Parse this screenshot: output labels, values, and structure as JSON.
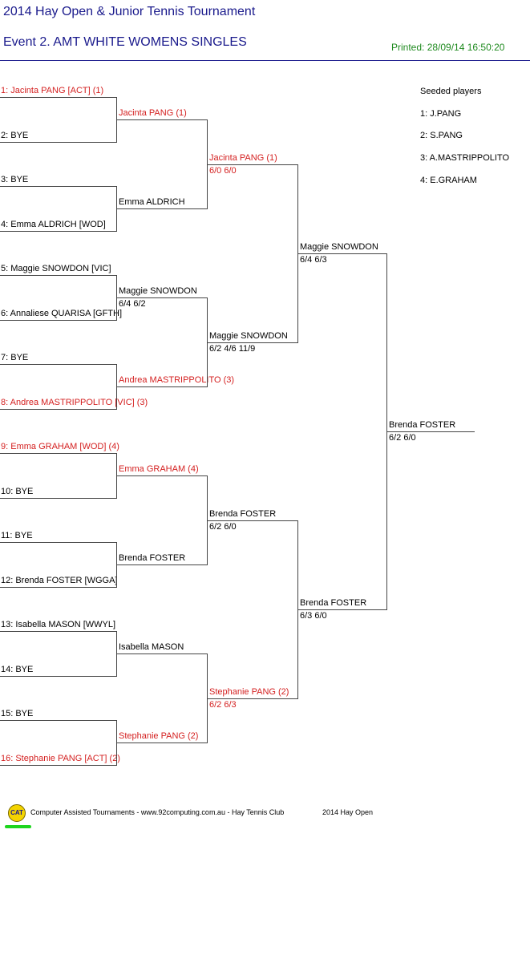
{
  "header": {
    "title": "2014 Hay Open & Junior Tennis Tournament",
    "event": "Event 2. AMT WHITE WOMENS SINGLES",
    "printed": "Printed: 28/09/14 16:50:20"
  },
  "colors": {
    "title": "#1a1a8c",
    "seeded_red": "#d42020",
    "printed_green": "#1f8a1f"
  },
  "round1": [
    {
      "text": "1: Jacinta PANG [ACT] (1)",
      "red": true
    },
    {
      "text": "2: BYE",
      "red": false
    },
    {
      "text": "3: BYE",
      "red": false
    },
    {
      "text": "4: Emma ALDRICH [WOD]",
      "red": false
    },
    {
      "text": "5: Maggie SNOWDON [VIC]",
      "red": false
    },
    {
      "text": "6: Annaliese QUARISA [GFTH]",
      "red": false
    },
    {
      "text": "7: BYE",
      "red": false
    },
    {
      "text": "8: Andrea MASTRIPPOLITO [VIC] (3)",
      "red": true
    },
    {
      "text": "9: Emma GRAHAM [WOD] (4)",
      "red": true
    },
    {
      "text": "10: BYE",
      "red": false
    },
    {
      "text": "11: BYE",
      "red": false
    },
    {
      "text": "12: Brenda FOSTER [WGGA]",
      "red": false
    },
    {
      "text": "13: Isabella MASON [WWYL]",
      "red": false
    },
    {
      "text": "14: BYE",
      "red": false
    },
    {
      "text": "15: BYE",
      "red": false
    },
    {
      "text": "16: Stephanie PANG [ACT] (2)",
      "red": true
    }
  ],
  "round2": [
    {
      "name": "Jacinta PANG (1)",
      "score": "",
      "red": true
    },
    {
      "name": "Emma ALDRICH",
      "score": "",
      "red": false
    },
    {
      "name": "Maggie SNOWDON",
      "score": "6/4 6/2",
      "red": false
    },
    {
      "name": "Andrea MASTRIPPOLITO (3)",
      "score": "",
      "red": true
    },
    {
      "name": "Emma GRAHAM (4)",
      "score": "",
      "red": true
    },
    {
      "name": "Brenda FOSTER",
      "score": "",
      "red": false
    },
    {
      "name": "Isabella MASON",
      "score": "",
      "red": false
    },
    {
      "name": "Stephanie PANG (2)",
      "score": "",
      "red": true
    }
  ],
  "quarterfinals": [
    {
      "name": "Jacinta PANG (1)",
      "score": "6/0 6/0",
      "red": true
    },
    {
      "name": "Maggie SNOWDON",
      "score": "6/2 4/6 11/9",
      "red": false
    },
    {
      "name": "Brenda FOSTER",
      "score": "6/2 6/0",
      "red": false
    },
    {
      "name": "Stephanie PANG (2)",
      "score": "6/2 6/3",
      "red": true
    }
  ],
  "semifinals": [
    {
      "name": "Maggie SNOWDON",
      "score": "6/4 6/3",
      "red": false
    },
    {
      "name": "Brenda FOSTER",
      "score": "6/3 6/0",
      "red": false
    }
  ],
  "final": {
    "name": "Brenda FOSTER",
    "score": "6/2 6/0",
    "red": false
  },
  "seeded": {
    "heading": "Seeded players",
    "list": [
      "1: J.PANG",
      "2: S.PANG",
      "3: A.MASTRIPPOLITO",
      "4: E.GRAHAM"
    ]
  },
  "footer": {
    "logo_text": "CAT",
    "credit": "Computer Assisted Tournaments - www.92computing.com.au -  Hay Tennis Club",
    "event": "2014 Hay Open"
  }
}
